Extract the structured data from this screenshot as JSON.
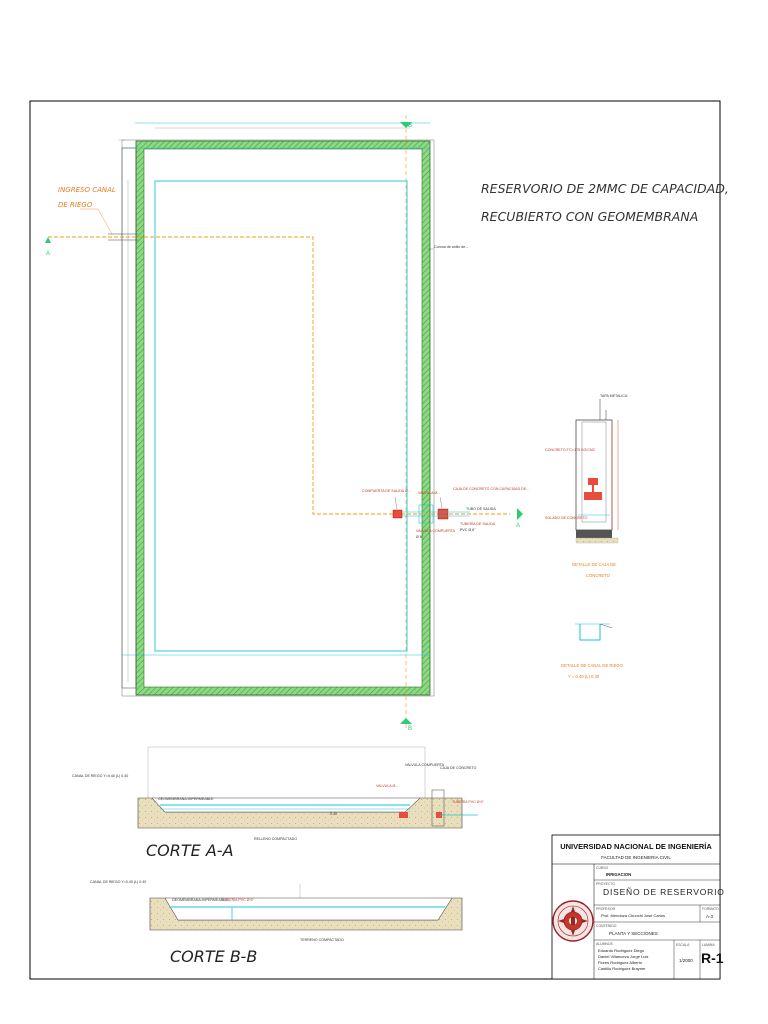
{
  "title": {
    "line1": "RESERVORIO DE 2MMC DE CAPACIDAD,",
    "line2": "RECUBIERTO CON GEOMEMBRANA"
  },
  "plan_labels": {
    "ingreso_line1": "INGRESO CANAL",
    "ingreso_line2": "DE RIEGO",
    "section_a": "A",
    "section_b": "B",
    "corona": "Corona de anillo de...",
    "valve1": "COMPUERTA DE SALIDA Ø...",
    "valve2": "VALVULA Ø...",
    "valve3": "CAJA DE CONCRETO CON CAPACIDAD DE...",
    "pipe_out": "TUBO DE SALIDA",
    "pipe_small1": "TUBERÍA DE SALIDA",
    "pipe_small2": "PVC Ø 6\"",
    "outlet_small1": "VALVULA COMPUERTA",
    "outlet_small2": "Ø 6\""
  },
  "details": {
    "box_label_line1": "DETALLE DE CAJA DE",
    "box_label_line2": "CONCRETO",
    "canal_label_line1": "DETALLE DE CANAL DE RIEGO",
    "canal_label_line2": "Y = 0.40 (L) 0.40",
    "box_note_top": "TAPA METALICA",
    "box_note_left1": "CONCRETO F'C=175 KG/CM2",
    "box_note_left2": "SOLADO DE CONCRETO"
  },
  "sections": {
    "aa_title": "CORTE A-A",
    "bb_title": "CORTE B-B",
    "aa_canal": "CANAL DE RIEGO Y=0.40 (L) 0.40",
    "aa_geomem": "GEOMEMBRANA IMPERMEABLE",
    "aa_relleno": "RELLENO COMPACTADO",
    "aa_valve": "VALVULA Ø...",
    "aa_note1": "VALVULA COMPUERTA",
    "aa_note2": "CAJA DE CONCRETO",
    "aa_pipe": "TUBERÍA PVC Ø 6\"",
    "aa_level": "0.40",
    "bb_canal": "CANAL DE RIEGO Y=0.40 (L) 0.40",
    "bb_geomem": "GEOMEMBRANA IMPERMEABLE",
    "bb_pipe": "TUBERÍA PVC Ø 6\"",
    "bb_relleno": "TERRENO COMPACTADO"
  },
  "title_block": {
    "university": "UNIVERSIDAD NACIONAL DE INGENIERÍA",
    "faculty": "FACULTAD DE INGENIERIA CIVIL",
    "course_label": "CURSO",
    "course": "IRRIGACION",
    "project_label": "PROYECTO",
    "project": "DISEÑO DE RESERVORIO",
    "professor_label": "PROFESOR",
    "professor": "Prof. Mendoza Chunchi José Carlos",
    "format_label": "FORMATO",
    "format": "A-3",
    "content_label": "CONTENIDO",
    "content": "PLANTA Y SECCIONES",
    "authors_label": "ALUMNOS",
    "authors": [
      "Eduardo Rodriguez Diego",
      "Daniel Villanueva Jorge Luis",
      "Flores Rodriguez Alberto",
      "Castillo Rodriguez Brayner"
    ],
    "scale_label": "ESCALA",
    "scale": "1/2000",
    "sheet_label": "LAMINA",
    "sheet": "R-1"
  },
  "colors": {
    "frame": "#000000",
    "reservoir_fill": "#7bd36f",
    "water_line": "#19c6d8",
    "pipe": "#f39c12",
    "section_marker": "#2ecc71",
    "detail_red": "#e74c3c",
    "seal": "#9b2226",
    "sand": "#e8dcb5"
  }
}
